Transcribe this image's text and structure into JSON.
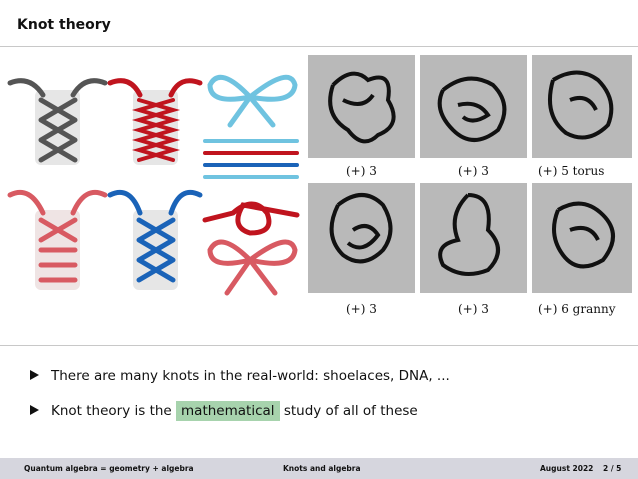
{
  "slide": {
    "title": "Knot theory",
    "bullets": [
      {
        "text": "There are many knots in the real-world: shoelaces, DNA, ..."
      },
      {
        "pre": "Knot theory is the ",
        "highlight": "mathematical",
        "post": " study of all of these"
      }
    ]
  },
  "dna_figure": {
    "captions": [
      "(+) 3",
      "(+) 3",
      "(+) 5 torus",
      "(+) 3",
      "(+) 3",
      "(+) 6 granny"
    ]
  },
  "footer": {
    "left": "Quantum algebra = geometry + algebra",
    "center": "Knots and algebra",
    "date": "August 2022",
    "page": "2 / 5"
  },
  "colors": {
    "highlight": "#a7d3ad",
    "footer_bg": "#d6d6de",
    "lace_red": "#c0141e",
    "lace_blue": "#1a63b8",
    "lace_lightblue": "#6fc3e0",
    "lace_gray": "#555555"
  }
}
